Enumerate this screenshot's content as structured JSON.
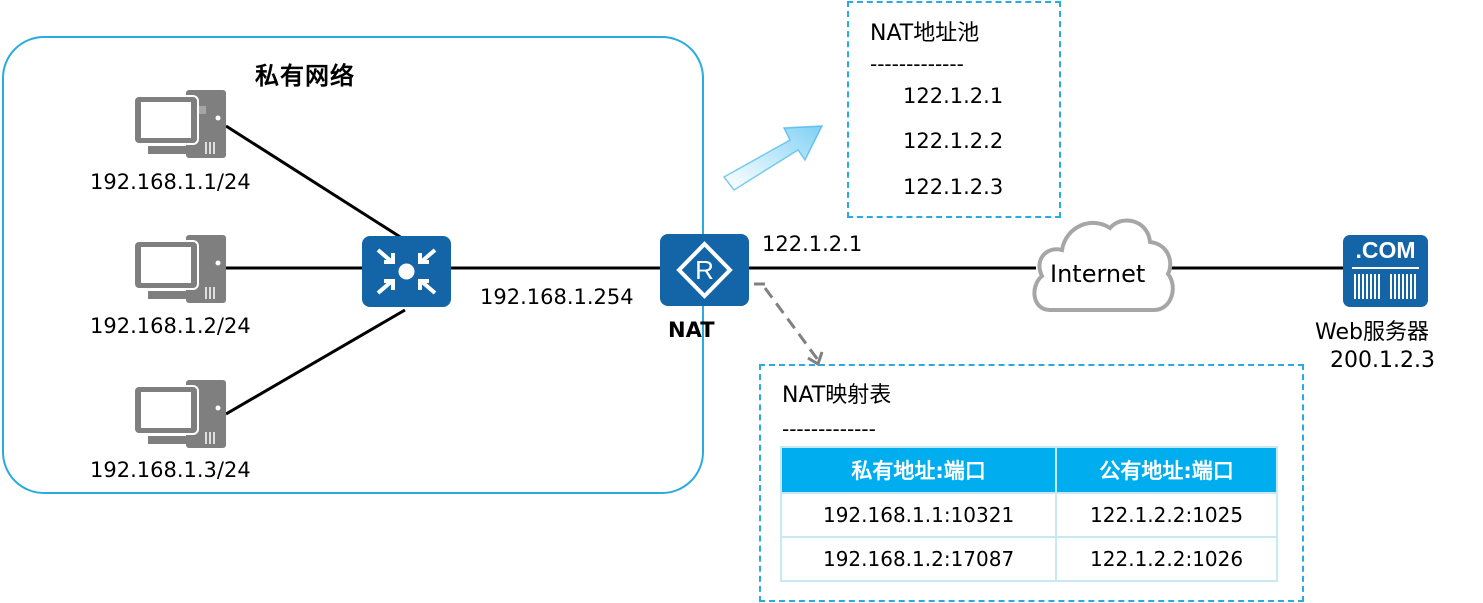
{
  "private_network": {
    "title": "私有网络",
    "hosts": [
      {
        "ip": "192.168.1.1/24"
      },
      {
        "ip": "192.168.1.2/24"
      },
      {
        "ip": "192.168.1.3/24"
      }
    ],
    "gateway_ip": "192.168.1.254"
  },
  "nat_device": {
    "label": "NAT",
    "public_ip": "122.1.2.1",
    "icon_letter": "R"
  },
  "nat_pool": {
    "title": "NAT地址池",
    "separator": "-------------",
    "addresses": [
      "122.1.2.1",
      "122.1.2.2",
      "122.1.2.3"
    ]
  },
  "nat_mapping": {
    "title": "NAT映射表",
    "separator": "-------------",
    "headers": [
      "私有地址:端口",
      "公有地址:端口"
    ],
    "rows": [
      [
        "192.168.1.1:10321",
        "122.1.2.2:1025"
      ],
      [
        "192.168.1.2:17087",
        "122.1.2.2:1026"
      ]
    ]
  },
  "internet": {
    "label": "Internet"
  },
  "web_server": {
    "badge": ".COM",
    "label": "Web服务器",
    "ip": "200.1.2.3"
  },
  "colors": {
    "accent_blue": "#29abe2",
    "device_blue": "#1464a8",
    "table_header": "#00aeef",
    "pc_gray": "#7f7f7f"
  }
}
